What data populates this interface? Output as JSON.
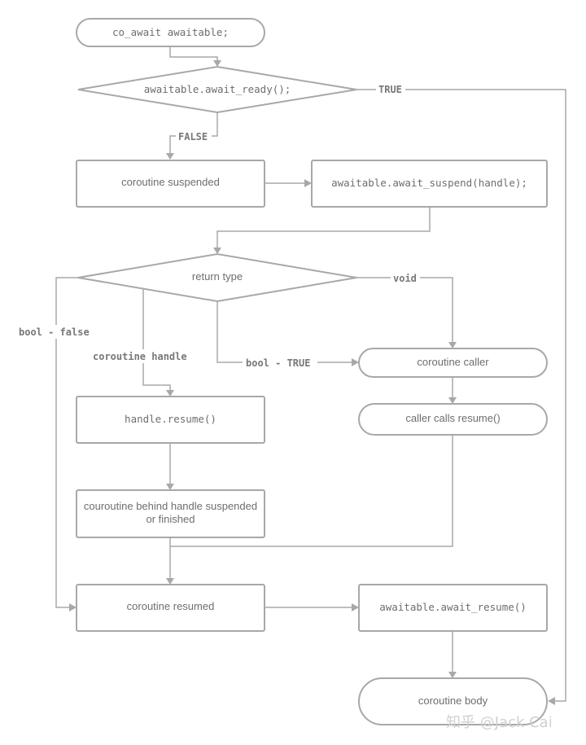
{
  "nodes": {
    "start": "co_await awaitable;",
    "await_ready": "awaitable.await_ready();",
    "coroutine_suspended": "coroutine suspended",
    "await_suspend": "awaitable.await_suspend(handle);",
    "return_type": "return type",
    "coroutine_caller": "coroutine caller",
    "handle_resume": "handle.resume()",
    "caller_calls_resume": "caller calls resume()",
    "handle_suspended_line1": "couroutine behind handle suspended",
    "handle_suspended_line2": "or finished",
    "coroutine_resumed": "coroutine resumed",
    "await_resume": "awaitable.await_resume()",
    "coroutine_body": "coroutine body"
  },
  "edge_labels": {
    "true": "TRUE",
    "false": "FALSE",
    "void": "void",
    "bool_false": "bool - false",
    "coroutine_handle": "coroutine handle",
    "bool_true": "bool - TRUE"
  },
  "watermark": "知乎 @Jack Cai",
  "colors": {
    "stroke": "#a8a8a8",
    "text": "#6e6e6e"
  }
}
